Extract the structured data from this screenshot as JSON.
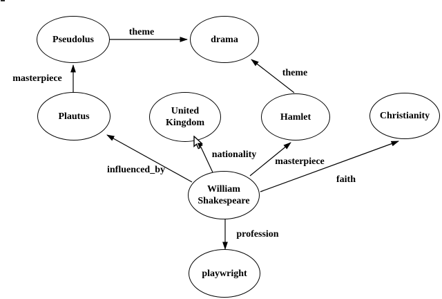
{
  "page": {
    "background_color": "#ffffff"
  },
  "graph": {
    "type": "directed-graph",
    "stroke_color": "#000000",
    "text_color": "#000000",
    "node_fill_color": "#ffffff",
    "nodes": [
      {
        "id": "pseudolus",
        "label": "Pseudolus"
      },
      {
        "id": "drama",
        "label": "drama"
      },
      {
        "id": "plautus",
        "label": "Plautus"
      },
      {
        "id": "united-kingdom",
        "label": "United\nKingdom"
      },
      {
        "id": "hamlet",
        "label": "Hamlet"
      },
      {
        "id": "christianity",
        "label": "Christianity"
      },
      {
        "id": "william-shakespeare",
        "label": "William\nShakespeare"
      },
      {
        "id": "playwright",
        "label": "playwright"
      }
    ],
    "edges": [
      {
        "from": "Pseudolus",
        "to": "drama",
        "label": "theme"
      },
      {
        "from": "Plautus",
        "to": "Pseudolus",
        "label": "masterpiece"
      },
      {
        "from": "Hamlet",
        "to": "drama",
        "label": "theme"
      },
      {
        "from": "William Shakespeare",
        "to": "Plautus",
        "label": "influenced_by"
      },
      {
        "from": "William Shakespeare",
        "to": "United Kingdom",
        "label": "nationality"
      },
      {
        "from": "William Shakespeare",
        "to": "Hamlet",
        "label": "masterpiece"
      },
      {
        "from": "William Shakespeare",
        "to": "Christianity",
        "label": "faith"
      },
      {
        "from": "William Shakespeare",
        "to": "playwright",
        "label": "profession"
      }
    ]
  },
  "cursor": {
    "type": "arrow-pointer",
    "color": "#ffffff",
    "outline_color": "#000000"
  }
}
